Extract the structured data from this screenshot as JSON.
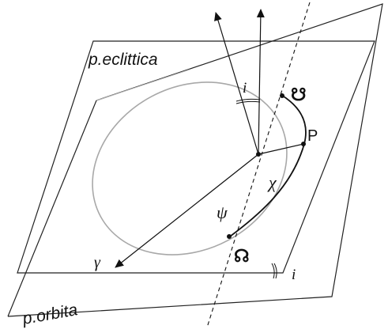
{
  "labels": {
    "plane_ecliptic": "p.eclittica",
    "plane_orbit": "p.orbita",
    "inclination_top": "i",
    "inclination_bottom": "i",
    "descending_node": "☋",
    "ascending_node": "☊",
    "perihelion": "P",
    "angle_chi": "χ",
    "angle_psi": "ψ",
    "vernal_point": "γ"
  },
  "colors": {
    "ink": "#111111",
    "ellipse": "#a8a8a8",
    "plane_edge": "#222222"
  }
}
